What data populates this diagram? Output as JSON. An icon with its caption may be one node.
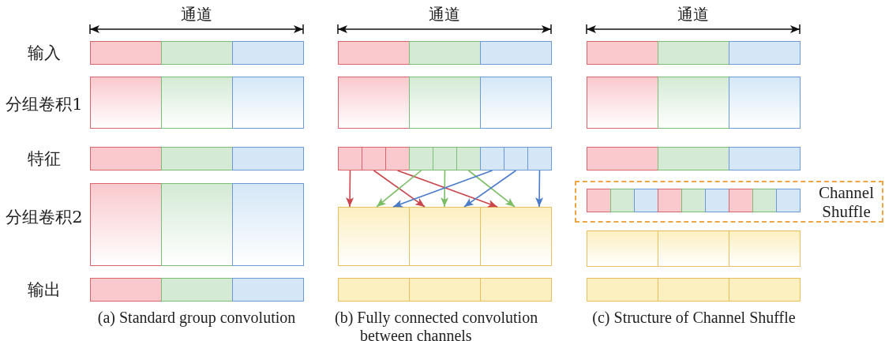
{
  "diagram": {
    "nodes": [
      {
        "text": [],
        "shape": "box"
      },
      {
        "text": [],
        "shape": "box"
      },
      {
        "text": [],
        "shape": "box"
      },
      {
        "text": [],
        "shape": "box"
      },
      {
        "text": [],
        "shape": "box"
      },
      {
        "text": [],
        "shape": "box"
      },
      {
        "text": [],
        "shape": "box"
      },
      {
        "text": [],
        "shape": "box"
      },
      {
        "text": [],
        "shape": "box"
      },
      {
        "text": [],
        "shape": "box"
      },
      {
        "text": [],
        "shape": "box"
      },
      {
        "text": [],
        "shape": "box"
      },
      {
        "text": [
          "Channel Shuffle"
        ]
      }
    ],
    "edges": [
      {
        "from": 0,
        "to": 9,
        "arrow": "to",
        "color": "#c9464d"
      },
      {
        "from": 1,
        "to": 10,
        "arrow": "to",
        "color": "#c9464d"
      },
      {
        "from": 2,
        "to": 11,
        "arrow": "to",
        "color": "#c9464d"
      },
      {
        "from": 3,
        "to": 9,
        "arrow": "to",
        "color": "#7cbd66"
      },
      {
        "from": 4,
        "to": 10,
        "arrow": "to",
        "color": "#7cbd66"
      },
      {
        "from": 5,
        "to": 11,
        "arrow": "to",
        "color": "#7cbd66"
      },
      {
        "from": 6,
        "to": 9,
        "arrow": "to",
        "color": "#4a7bc8"
      },
      {
        "from": 7,
        "to": 10,
        "arrow": "to",
        "color": "#4a7bc8"
      },
      {
        "from": 8,
        "to": 11,
        "arrow": "to",
        "color": "#4a7bc8"
      }
    ],
    "labels": [
      "通道",
      "通道",
      "通道",
      "输入",
      "分组卷积1",
      "特征",
      "分组卷积2",
      "输出",
      "(a) Standard group convolution",
      "(b) Fully connected convolution between channels",
      "(c) Structure of Channel Shuffle"
    ]
  }
}
